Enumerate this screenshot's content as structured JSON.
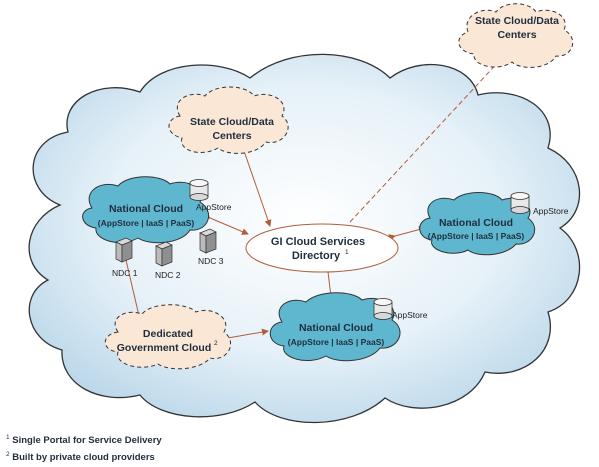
{
  "state_cloud_top": {
    "line1": "State Cloud/Data",
    "line2": "Centers"
  },
  "state_cloud_mid": {
    "line1": "State Cloud/Data",
    "line2": "Centers"
  },
  "nc_left": {
    "title": "National Cloud",
    "sub": "(AppStore | IaaS | PaaS)",
    "appstore": "AppStore"
  },
  "nc_right": {
    "title": "National Cloud",
    "sub": "(AppStore | IaaS | PaaS)",
    "appstore": "AppStore"
  },
  "nc_bottom": {
    "title": "National Cloud",
    "sub": "(AppStore | IaaS | PaaS)",
    "appstore": "AppStore"
  },
  "directory": {
    "line1": "GI Cloud Services",
    "line2": "Directory",
    "sup": "1"
  },
  "ndc": [
    "NDC 1",
    "NDC 2",
    "NDC 3"
  ],
  "dedicated": {
    "line1": "Dedicated",
    "line2": "Government Cloud",
    "sup": "2"
  },
  "footnotes": [
    {
      "mark": "1",
      "text": "Single Portal for Service Delivery"
    },
    {
      "mark": "2",
      "text": "Built by private cloud providers"
    }
  ],
  "colors": {
    "big_cloud_fill": "#dcebf5",
    "national_fill": "#5fb7cf",
    "state_fill": "#fbe7d6",
    "arrow": "#b35c3a",
    "outline": "#3a3a3a"
  }
}
